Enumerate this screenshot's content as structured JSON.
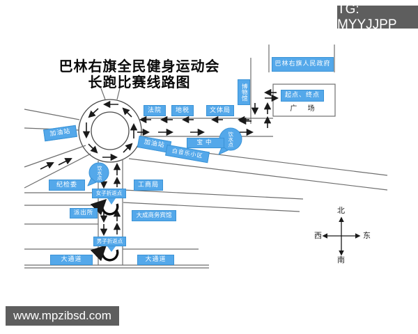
{
  "watermarks": {
    "tg": "TG: MYYJJPP",
    "site": "www.mpzibsd.com"
  },
  "title": {
    "line1": "巴林右旗全民健身运动会",
    "line2": "长跑比赛线路图"
  },
  "landmarks": {
    "government": "巴林右旗人民政府",
    "start_finish": "起点、终点",
    "plaza": "广  场",
    "museum": "博物馆",
    "court": "法院",
    "tax": "地税",
    "culture_sports": "文体局",
    "gas_station_left": "加油站",
    "gas_station_right": "加油站",
    "residential": "白音乐小区",
    "school": "宝中",
    "discipline_committee": "纪检委",
    "commerce_bureau": "工商局",
    "police_station": "派出所",
    "hotel": "大成商务宾馆",
    "avenue_left": "大通道",
    "avenue_right": "大通道",
    "water_station_1": "饮水点",
    "water_station_2": "饮水点",
    "women_turnaround": "女子折返点",
    "men_turnaround": "男子折返点"
  },
  "compass": {
    "north": "北",
    "south": "南",
    "east": "东",
    "west": "西"
  },
  "colors": {
    "landmark_blue": "#54a8ea",
    "landmark_border": "#3a93d6",
    "watermark_gray": "#5e5e5e",
    "road_gray": "#6e6e6e",
    "arrow_black": "#1a1a1a"
  }
}
